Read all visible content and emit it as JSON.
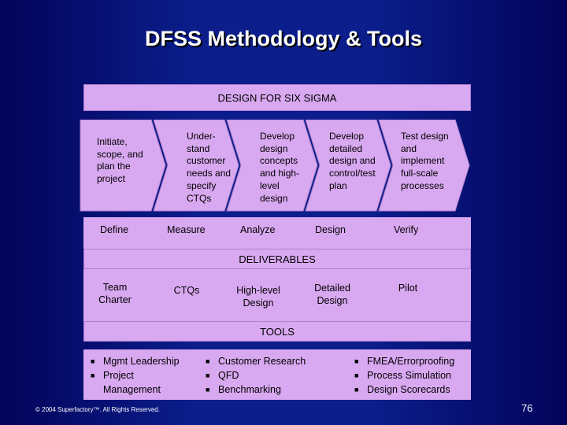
{
  "title": "DFSS Methodology & Tools",
  "design_bar": "DESIGN FOR SIX SIGMA",
  "steps": [
    "Initiate, scope, and plan the project",
    "Under-stand customer needs and specify CTQs",
    "Develop design concepts and high-level design",
    "Develop detailed design and control/test plan",
    "Test design and implement full-scale processes"
  ],
  "phases": [
    "Define",
    "Measure",
    "Analyze",
    "Design",
    "Verify"
  ],
  "deliverables_bar": "DELIVERABLES",
  "deliverables": [
    "Team Charter",
    "CTQs",
    "High-level Design",
    "Detailed Design",
    "Pilot"
  ],
  "tools_bar": "TOOLS",
  "tools": [
    [
      "Mgmt Leadership",
      "Project Management"
    ],
    [
      "Customer Research",
      "QFD",
      "Benchmarking"
    ],
    [
      "FMEA/Errorproofing",
      "Process Simulation",
      "Design Scorecards"
    ]
  ],
  "footer": "© 2004 Superfactory™. All Rights Reserved.",
  "page_number": "76",
  "colors": {
    "panel": "#d8a8f0",
    "title": "#ffffff",
    "background": "#0b1e8c"
  }
}
